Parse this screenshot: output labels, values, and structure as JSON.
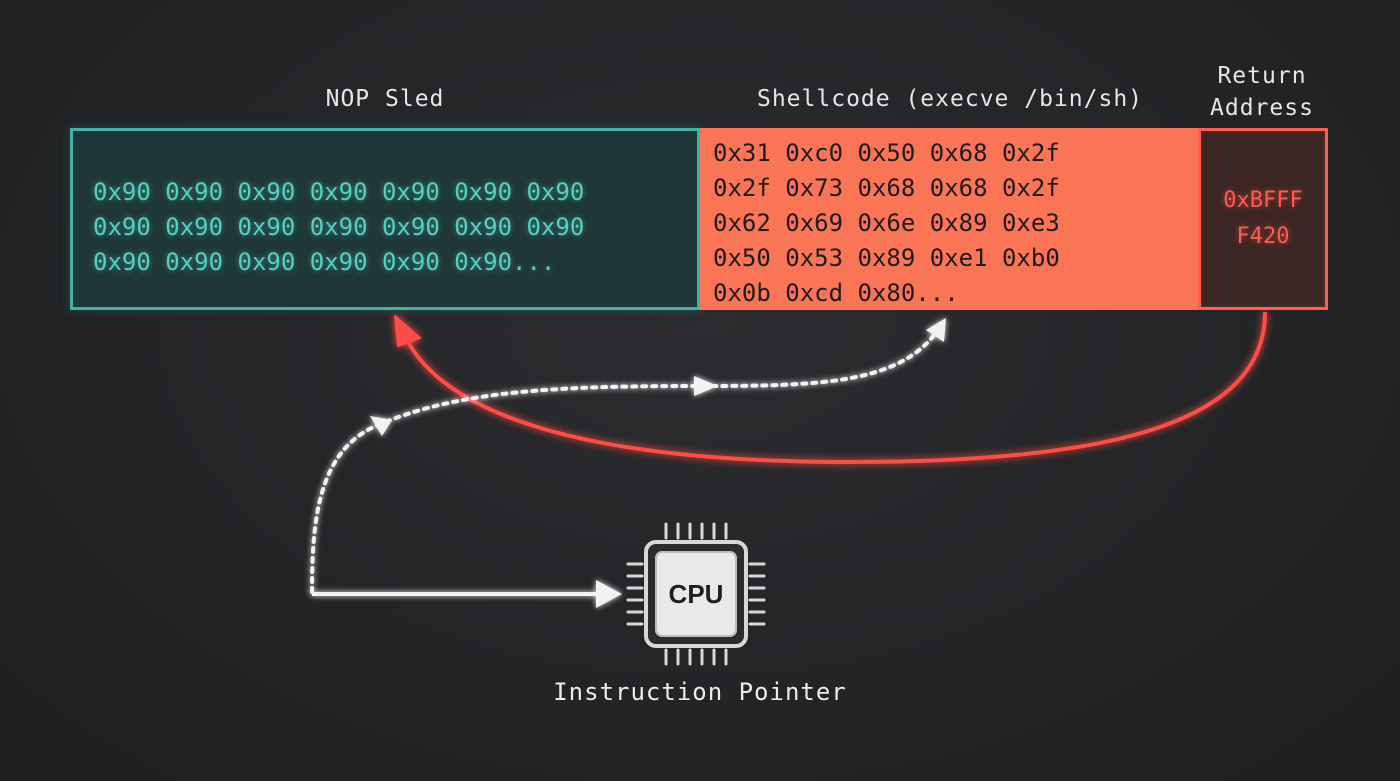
{
  "labels": {
    "nop_sled": "NOP Sled",
    "shellcode": "Shellcode (execve /bin/sh)",
    "return_address": "Return Address",
    "instruction_pointer": "Instruction Pointer"
  },
  "nop_sled": {
    "bytes": "0x90 0x90 0x90 0x90 0x90 0x90 0x90\n0x90 0x90 0x90 0x90 0x90 0x90 0x90\n0x90 0x90 0x90 0x90 0x90 0x90..."
  },
  "shellcode": {
    "bytes": "0x31 0xc0 0x50 0x68 0x2f\n0x2f 0x73 0x68 0x68 0x2f\n0x62 0x69 0x6e 0x89 0xe3\n0x50 0x53 0x89 0xe1 0xb0\n0x0b 0xcd 0x80..."
  },
  "return_address": {
    "value": "0xBFFF\nF420"
  },
  "cpu": {
    "chip_label": "CPU"
  },
  "colors": {
    "nop": "#3fb4a6",
    "shellcode": "#fa7555",
    "return_address": "#ff5f52",
    "flow": "#f2f2f2"
  }
}
